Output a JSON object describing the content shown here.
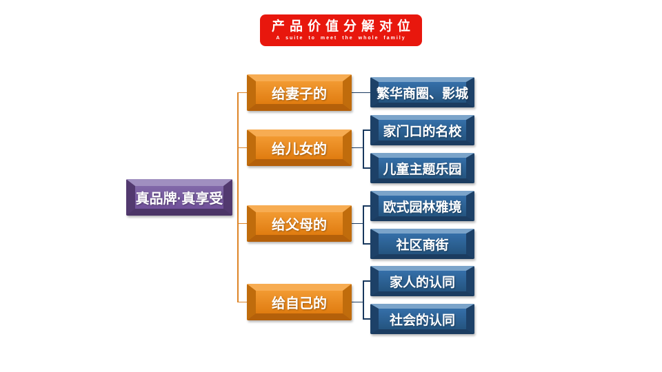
{
  "slide": {
    "banner": {
      "title": "产品价值分解对位",
      "subtitle": "A suite to meet the whole family",
      "background_color": "#e8170d",
      "text_color": "#ffffff"
    }
  },
  "diagram": {
    "root": {
      "label": "真品牌·真享受",
      "color": "#7a5ba0"
    },
    "needs": [
      {
        "label": "给妻子的",
        "color": "#e8891c",
        "values": [
          "繁华商圈、影城"
        ]
      },
      {
        "label": "给儿女的",
        "color": "#e8891c",
        "values": [
          "家门口的名校",
          "儿童主题乐园"
        ]
      },
      {
        "label": "给父母的",
        "color": "#e8891c",
        "values": [
          "欧式园林雅境",
          "社区商街"
        ]
      },
      {
        "label": "给自己的",
        "color": "#e8891c",
        "values": [
          "家人的认同",
          "社会的认同"
        ]
      }
    ],
    "connector_colors": {
      "left_lines": "#dd8426",
      "right_lines": "#17375d"
    },
    "node_colors": {
      "root_purple": "#7a5ba0",
      "need_orange": "#ec8c1f",
      "value_blue": "#2e6ca5"
    }
  }
}
